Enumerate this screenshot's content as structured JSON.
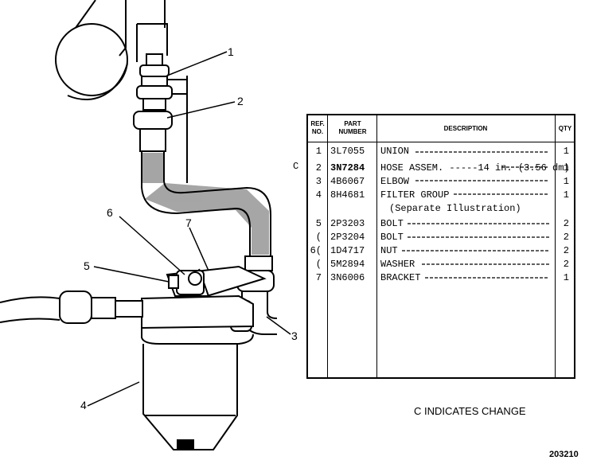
{
  "callouts": [
    "1",
    "2",
    "3",
    "4",
    "5",
    "6",
    "7"
  ],
  "table": {
    "headers": {
      "ref": "REF. NO.",
      "part": "PART NUMBER",
      "desc": "DESCRIPTION",
      "qty": "QTY"
    },
    "rows": [
      {
        "flag": "",
        "ref": "1",
        "part": "3L7055",
        "desc": "UNION",
        "qty": "1"
      },
      {
        "flag": "C",
        "ref": "2",
        "part": "3N7284",
        "desc": "HOSE ASSEM. -----14 in. (3.56 dm)",
        "qty": "1"
      },
      {
        "flag": "",
        "ref": "3",
        "part": "4B6067",
        "desc": "ELBOW",
        "qty": "1"
      },
      {
        "flag": "",
        "ref": "4",
        "part": "8H4681",
        "desc": "FILTER GROUP",
        "qty": "1"
      },
      {
        "flag": "",
        "ref": "",
        "part": "",
        "desc": "(Separate Illustration)",
        "qty": ""
      },
      {
        "flag": "",
        "ref": "5",
        "part": "2P3203",
        "desc": "BOLT",
        "qty": "2"
      },
      {
        "flag": "",
        "ref": "(",
        "part": "2P3204",
        "desc": "BOLT",
        "qty": "2"
      },
      {
        "flag": "",
        "ref": "6(",
        "part": "1D4717",
        "desc": "NUT",
        "qty": "2"
      },
      {
        "flag": "",
        "ref": "(",
        "part": "5M2894",
        "desc": "WASHER",
        "qty": "2"
      },
      {
        "flag": "",
        "ref": "7",
        "part": "3N6006",
        "desc": "BRACKET",
        "qty": "1"
      }
    ]
  },
  "footnote": "C INDICATES CHANGE",
  "figure_number": "203210"
}
